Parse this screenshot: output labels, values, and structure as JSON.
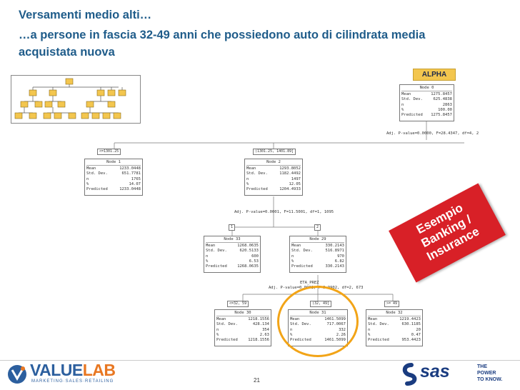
{
  "title": {
    "line1": "Versamenti medio alti…",
    "line2": "…a persone in fascia 32-49 anni che possiedono auto di cilindrata media",
    "line3": "acquistata nuova"
  },
  "alpha_label": "ALPHA",
  "root": {
    "title": "Node 0",
    "rows": [
      [
        "Mean",
        "1275.8457"
      ],
      [
        "Std. Dev.",
        "625.4838"
      ],
      [
        "n",
        "2863"
      ],
      [
        "%",
        "100.00"
      ],
      [
        "Predicted",
        "1275.8457"
      ]
    ],
    "split": "Adj. P-value=0.0000, F=28.4347, df=4, 2"
  },
  "level1": [
    {
      "label": "<=1301.25",
      "title": "Node 1",
      "rows": [
        [
          "Mean",
          "1233.0448"
        ],
        [
          "Std. Dev.",
          "651.7781"
        ],
        [
          "n",
          "1765"
        ],
        [
          "%",
          "14.07"
        ],
        [
          "Predicted",
          "1233.0448"
        ]
      ]
    },
    {
      "label": "(1301.25, 1401.89]",
      "title": "Node 2",
      "rows": [
        [
          "Mean",
          "1293.8052"
        ],
        [
          "Std. Dev.",
          "1182.4492"
        ],
        [
          "n",
          "1497"
        ],
        [
          "%",
          "12.05"
        ],
        [
          "Predicted",
          "1204.4933"
        ]
      ],
      "split": "Adj. P-value=0.0001, F=11.5001, df=1, 1095"
    }
  ],
  "level2": [
    {
      "label": "1",
      "title": "Node 33",
      "rows": [
        [
          "Mean",
          "1268.0635"
        ],
        [
          "Std. Dev.",
          "620.5133"
        ],
        [
          "n",
          "600"
        ],
        [
          "%",
          "6.53"
        ],
        [
          "Predicted",
          "1268.0635"
        ]
      ]
    },
    {
      "label": "2",
      "title": "Node 29",
      "rows": [
        [
          "Mean",
          "330.2143"
        ],
        [
          "Std. Dev.",
          "516.8971"
        ],
        [
          "n",
          "970"
        ],
        [
          "%",
          "6.82"
        ],
        [
          "Predicted",
          "330.2143"
        ]
      ],
      "split": "Adj. P-value=0.0001, F=9.9902, df=2, 673"
    }
  ],
  "split_var": "ETA_PREZ",
  "level3": [
    {
      "label": "<=32, 59",
      "title": "Node 30",
      "rows": [
        [
          "Mean",
          "1218.1556"
        ],
        [
          "Std. Dev.",
          "428.134"
        ],
        [
          "n",
          "354"
        ],
        [
          "%",
          "2.63"
        ],
        [
          "Predicted",
          "1218.1556"
        ]
      ]
    },
    {
      "label": "(32, 49]",
      "title": "Node 31",
      "rows": [
        [
          "Mean",
          "1461.5099"
        ],
        [
          "Std. Dev.",
          "717.0067"
        ],
        [
          "n",
          "332"
        ],
        [
          "%",
          "2.26"
        ],
        [
          "Predicted",
          "1461.5099"
        ]
      ]
    },
    {
      "label": ">= 49",
      "title": "Node 32",
      "rows": [
        [
          "Mean",
          "1219.4423"
        ],
        [
          "Std. Dev.",
          "630.1185"
        ],
        [
          "n",
          "20"
        ],
        [
          "%",
          "0.47"
        ],
        [
          "Predicted",
          "953.4423"
        ]
      ]
    }
  ],
  "banner": {
    "line1": "Esempio",
    "line2": "Banking /",
    "line3": "Insurance"
  },
  "footer": {
    "page": "21",
    "valuelab_a": "VALUE",
    "valuelab_b": "LAB",
    "valuelab_sub": "MARKETING·SALES·RETAILING",
    "sas": "sas",
    "sas_tag1": "THE",
    "sas_tag2": "POWER",
    "sas_tag3": "TO KNOW."
  },
  "colors": {
    "title": "#1f5c8a",
    "banner": "#d82027",
    "circle": "#f2a417",
    "minimap": "#f3c64e"
  }
}
